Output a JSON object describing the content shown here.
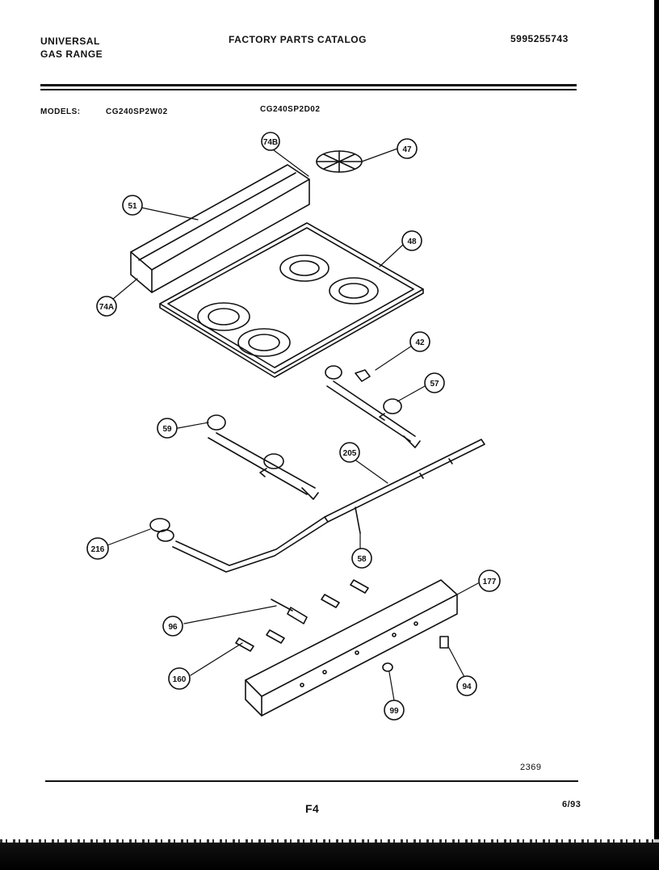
{
  "header": {
    "brand_line1": "UNIVERSAL",
    "brand_line2": "GAS RANGE",
    "title": "FACTORY PARTS CATALOG",
    "catalog_number": "5995255743"
  },
  "models": {
    "label": "MODELS:",
    "model_a": "CG240SP2W02",
    "model_b": "CG240SP2D02"
  },
  "footer": {
    "figure_code": "2369",
    "page": "F4",
    "date": "6/93"
  },
  "callouts": [
    "74B",
    "47",
    "51",
    "48",
    "74A",
    "42",
    "57",
    "59",
    "205",
    "216",
    "58",
    "177",
    "96",
    "160",
    "99",
    "94"
  ]
}
